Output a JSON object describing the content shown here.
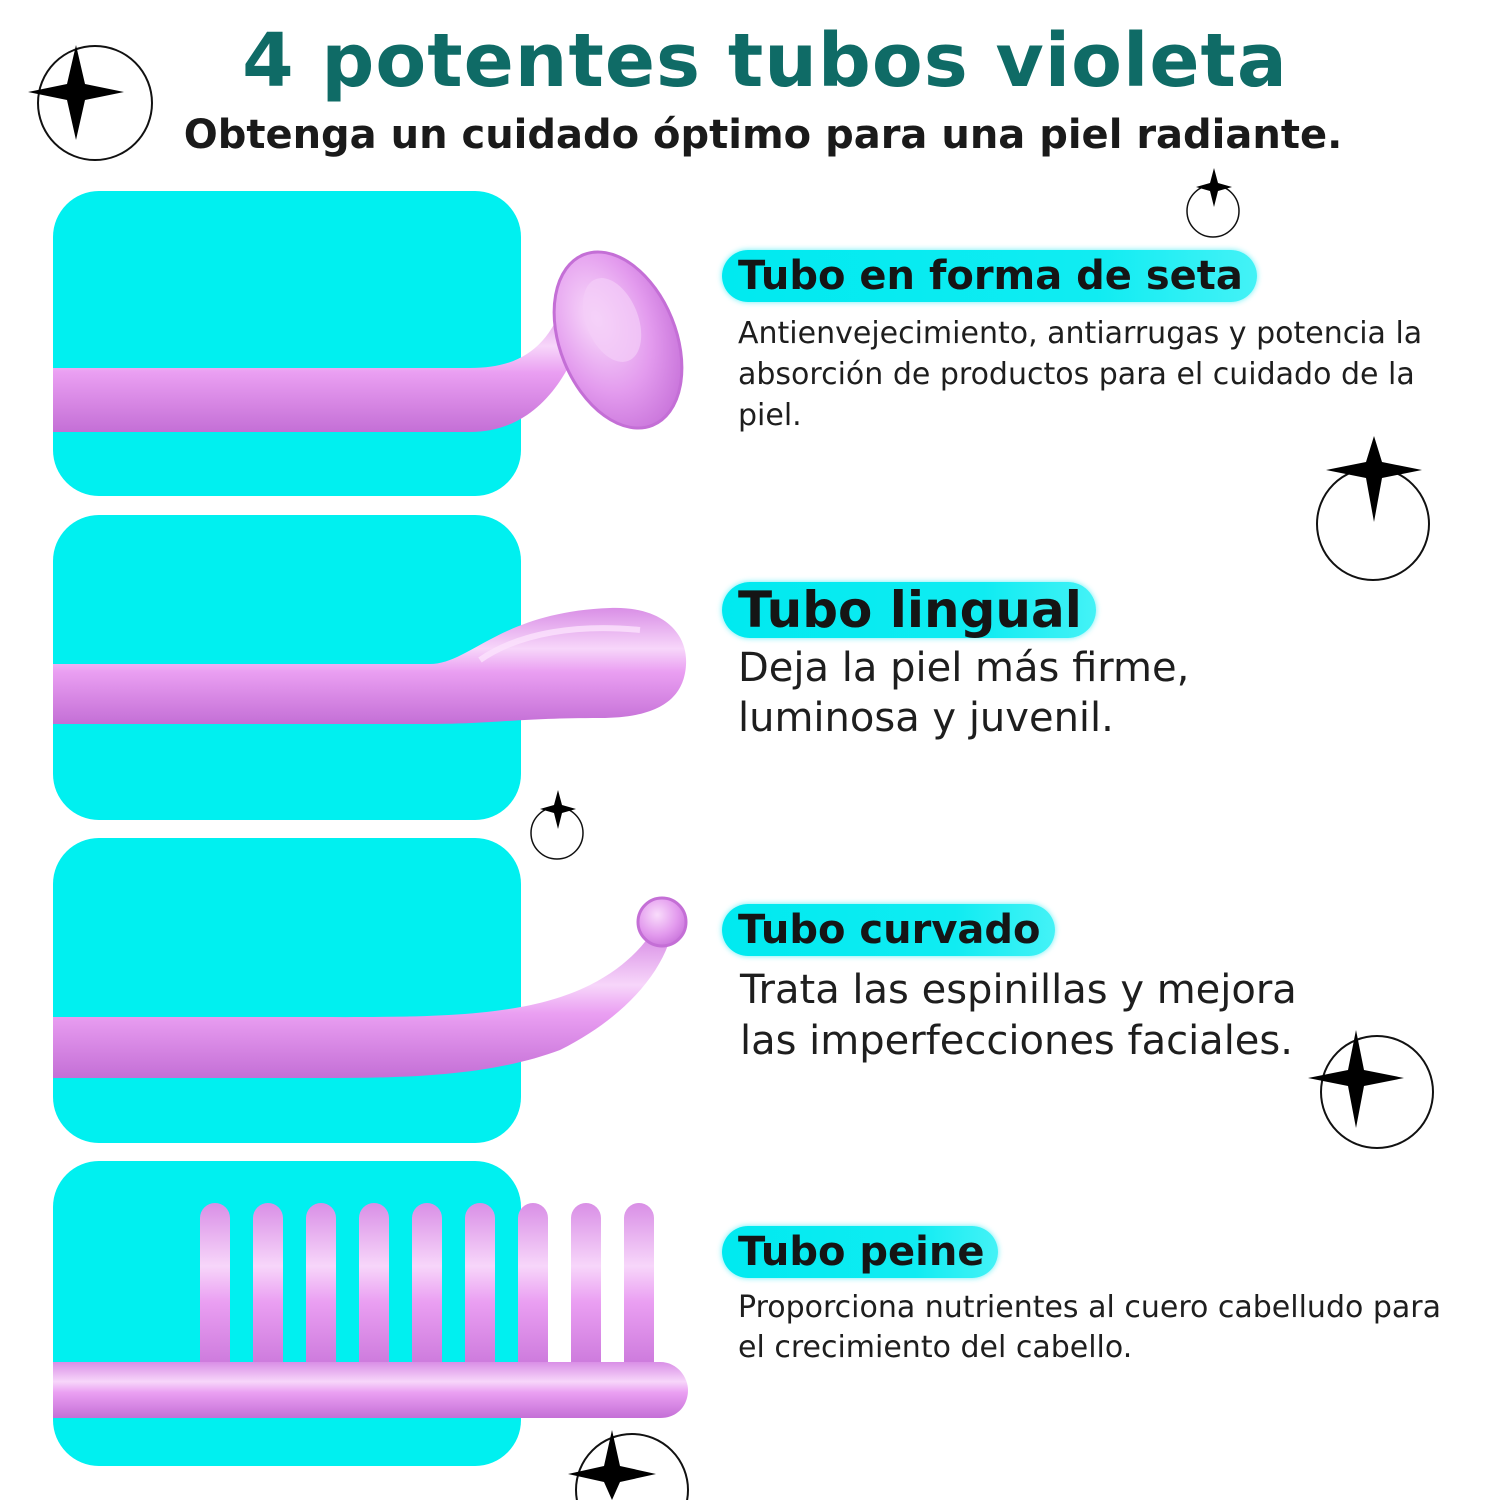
{
  "header": {
    "title": "4 potentes tubos violeta",
    "subtitle": "Obtenga un cuidado óptimo para una piel radiante."
  },
  "items": [
    {
      "heading": "Tubo en forma de seta",
      "description_lines": [
        "Antienvejecimiento, antiarrugas y potencia la",
        "absorción de productos para el cuidado de la",
        "piel."
      ]
    },
    {
      "heading": "Tubo lingual",
      "description_lines": [
        "Deja la piel más firme,",
        "luminosa y juvenil."
      ]
    },
    {
      "heading": "Tubo curvado",
      "description_lines": [
        "Trata las espinillas y mejora",
        "las imperfecciones faciales."
      ]
    },
    {
      "heading": "Tubo peine",
      "description_lines": [
        "Proporciona nutrientes al cuero cabelludo para",
        "el crecimiento del cabello."
      ]
    }
  ],
  "colors": {
    "title": "#0f6b66",
    "panel": "#00f0f0",
    "highlight": "#00eaf0",
    "tube": "#e7a3ef"
  },
  "icons": [
    "sparkle-icon",
    "mushroom-tube-icon",
    "lingual-tube-icon",
    "curved-tube-icon",
    "comb-tube-icon"
  ]
}
